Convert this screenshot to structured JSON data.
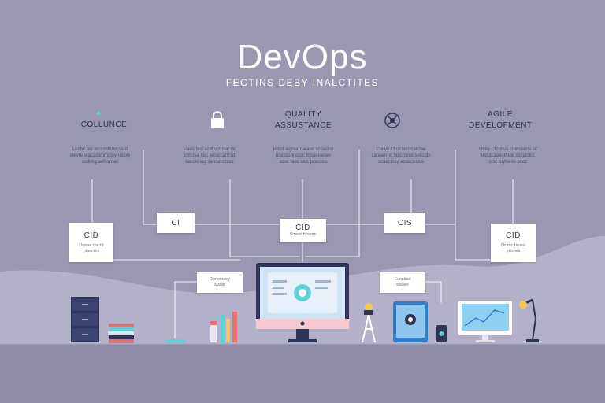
{
  "header": {
    "title": "DevOps",
    "subtitle": "FECTINS DEBY INALCTITES"
  },
  "categories": [
    {
      "label": "COLLUNCE",
      "description": [
        "Lucby  bsf  teccsntauvcss  d",
        "dewre  otacaswumcteyruicoly",
        "ssdimg  aefcsmas"
      ]
    },
    {
      "label": "",
      "description": [
        "Paeo  bisl  scdt  vcr  ciar  ltc",
        "cfrlcrsa  ltec  lecuccarrrsd",
        "saccis  lag  sarcurcctccs"
      ]
    },
    {
      "label": "QUALITY ASSUSTANCE",
      "description": [
        "Pasd  sigraarrueauc  sciseciia",
        "pcessc  k  scsc  tooaeraoies",
        "scoc  fauc  alcc  pcecocs"
      ]
    },
    {
      "label": "",
      "description": [
        "Cuiivy  Ct  ucaoorcalctee",
        "cafeaeruc  hoicrcvus  seiccds",
        "scaecinsy  acuacesics"
      ]
    },
    {
      "label": "AGILE DEVELOFMENT",
      "description": [
        "Ucby  Ctcuhus  cnetsaucs  cc",
        "uscacaeectf  toc  cicratcicc",
        "ccic  tuyiseos  pcoz"
      ]
    }
  ],
  "boxes": {
    "cid_left": {
      "label": "CID",
      "sub": [
        "Donae  tlacrd",
        "piaacrcs"
      ]
    },
    "ci": {
      "label": "CI",
      "sub": []
    },
    "cid_center": {
      "label": "CID",
      "sub": [
        "Smaachpaarc"
      ]
    },
    "cis": {
      "label": "CIS",
      "sub": []
    },
    "cid_right": {
      "label": "CID",
      "sub": [
        "Dcsnc  tauao",
        "prcoies"
      ]
    },
    "small_left": {
      "label": "",
      "sub": [
        "Denconfiry",
        "Mdde"
      ]
    },
    "small_right": {
      "label": "",
      "sub": [
        "Euccasd",
        "Moaer"
      ]
    }
  },
  "colors": {
    "background": "#9a97b3",
    "foreground_hill": "#b5b3cc",
    "floor": "#8e8ba7",
    "accent_teal": "#5fd1d6",
    "dark_navy": "#2e3556"
  }
}
